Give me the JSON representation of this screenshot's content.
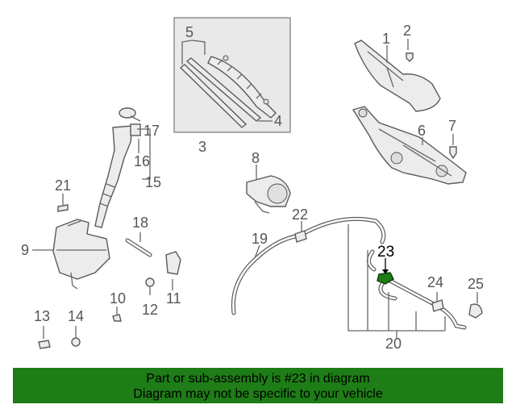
{
  "diagram": {
    "labels": [
      "1",
      "2",
      "3",
      "4",
      "5",
      "6",
      "7",
      "8",
      "9",
      "10",
      "11",
      "12",
      "13",
      "14",
      "15",
      "16",
      "17",
      "18",
      "19",
      "20",
      "21",
      "22",
      "23",
      "24",
      "25"
    ],
    "highlighted": "23",
    "colors": {
      "highlight": "#1e7d16",
      "inset_bg": "#e9e9e9",
      "line": "#666666"
    }
  },
  "banner": {
    "line1": "Part or sub-assembly is #23 in diagram",
    "line2": "Diagram may not be specific to your vehicle",
    "background": "#1e7d16"
  }
}
